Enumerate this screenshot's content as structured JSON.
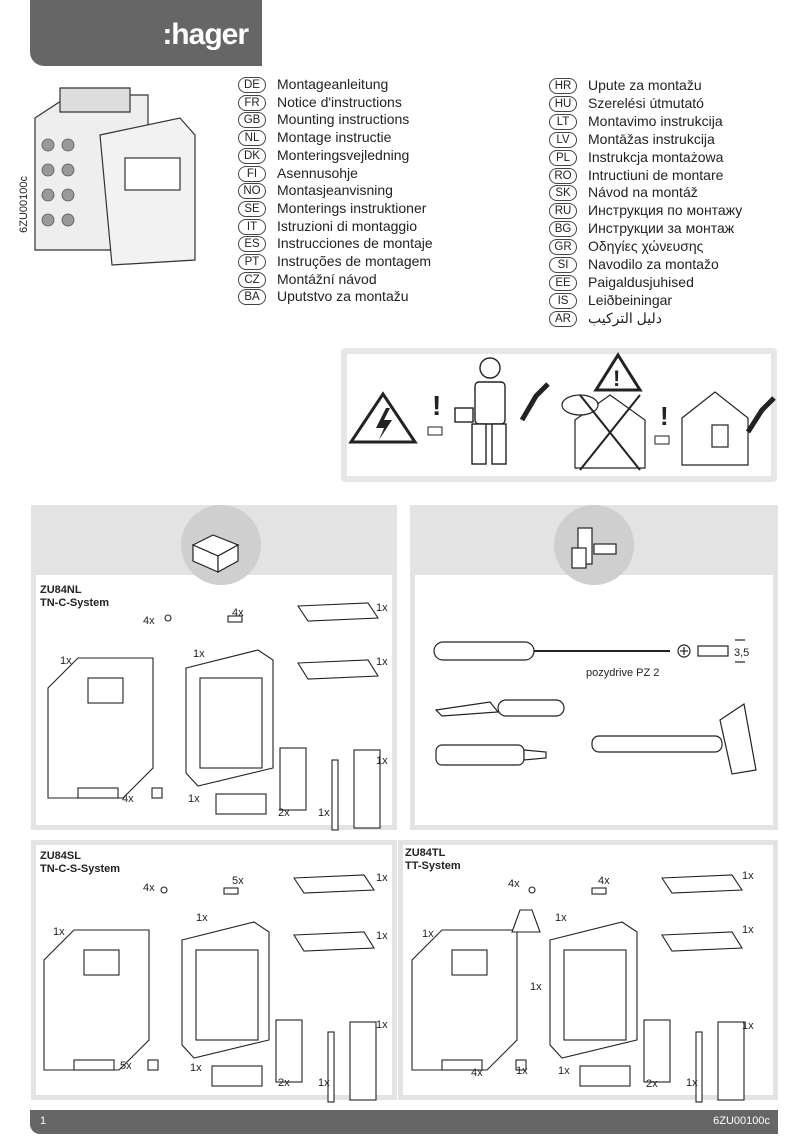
{
  "brand": {
    "logo_text": ":hager"
  },
  "document": {
    "code": "6ZU00100c"
  },
  "languages_left": [
    {
      "code": "DE",
      "title": "Montageanleitung"
    },
    {
      "code": "FR",
      "title": "Notice d'instructions"
    },
    {
      "code": "GB",
      "title": "Mounting instructions"
    },
    {
      "code": "NL",
      "title": "Montage instructie"
    },
    {
      "code": "DK",
      "title": "Monteringsvejledning"
    },
    {
      "code": "FI",
      "title": "Asennusohje"
    },
    {
      "code": "NO",
      "title": "Montasjeanvisning"
    },
    {
      "code": "SE",
      "title": "Monterings instruktioner"
    },
    {
      "code": "IT",
      "title": "Istruzioni di montaggio"
    },
    {
      "code": "ES",
      "title": "Instrucciones de montaje"
    },
    {
      "code": "PT",
      "title": "Instruções de montagem"
    },
    {
      "code": "CZ",
      "title": "Montážní návod"
    },
    {
      "code": "BA",
      "title": "Uputstvo za montažu"
    }
  ],
  "languages_right": [
    {
      "code": "HR",
      "title": "Upute za montažu"
    },
    {
      "code": "HU",
      "title": "Szerelési útmutató"
    },
    {
      "code": "LT",
      "title": "Montavimo instrukcija"
    },
    {
      "code": "LV",
      "title": "Montāžas instrukcija"
    },
    {
      "code": "PL",
      "title": "Instrukcja montażowa"
    },
    {
      "code": "RO",
      "title": "Intructiuni de montare"
    },
    {
      "code": "SK",
      "title": "Návod na montáž"
    },
    {
      "code": "RU",
      "title": "Инструкция по монтажу"
    },
    {
      "code": "BG",
      "title": "Инструкции за монтаж"
    },
    {
      "code": "GR",
      "title": "Οδηγίες χώνευσης"
    },
    {
      "code": "SI",
      "title": "Navodilo za montažo"
    },
    {
      "code": "EE",
      "title": "Paigaldusjuhised"
    },
    {
      "code": "IS",
      "title": "Leiðbeiningar"
    },
    {
      "code": "AR",
      "title": "دليل التركيب"
    }
  ],
  "sets": {
    "nl": {
      "title": "ZU84NL\nTN-C-System"
    },
    "sl": {
      "title": "ZU84SL\nTN-C-S-System"
    },
    "tl": {
      "title": "ZU84TL\nTT-System"
    }
  },
  "quantities": {
    "q1x": "1x",
    "q2x": "2x",
    "q4x": "4x",
    "q5x": "5x"
  },
  "tools": {
    "screwdriver_label": "pozydrive PZ 2",
    "blade_width": "3,5"
  },
  "footer": {
    "page_number": "1",
    "code": "6ZU00100c"
  }
}
